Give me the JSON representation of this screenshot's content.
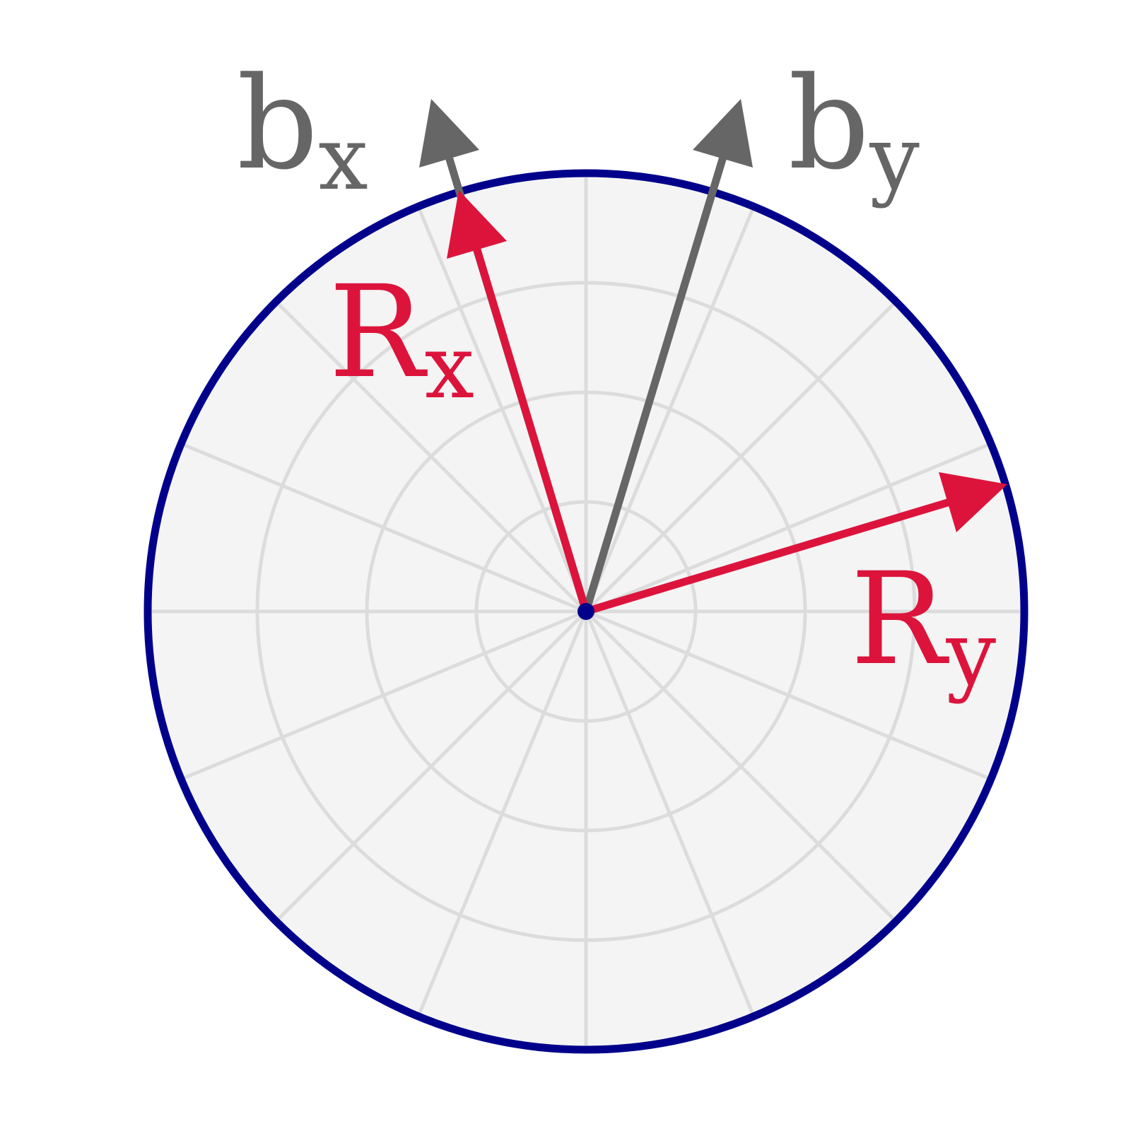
{
  "diagram": {
    "grid": {
      "rings": 4,
      "spokes": 16
    },
    "colors": {
      "background": "#ffffff",
      "disk_fill": "#f4f4f4",
      "grid_line": "#dcdcdc",
      "disk_outline": "#00008b",
      "origin_dot": "#00008b",
      "basis_vector": "#666666",
      "rotated_vector": "#dc143c"
    },
    "vectors": {
      "bx": {
        "main": "b",
        "sub": "x"
      },
      "by": {
        "main": "b",
        "sub": "y"
      },
      "Rx": {
        "main": "R",
        "sub": "x"
      },
      "Ry": {
        "main": "R",
        "sub": "y"
      }
    }
  }
}
